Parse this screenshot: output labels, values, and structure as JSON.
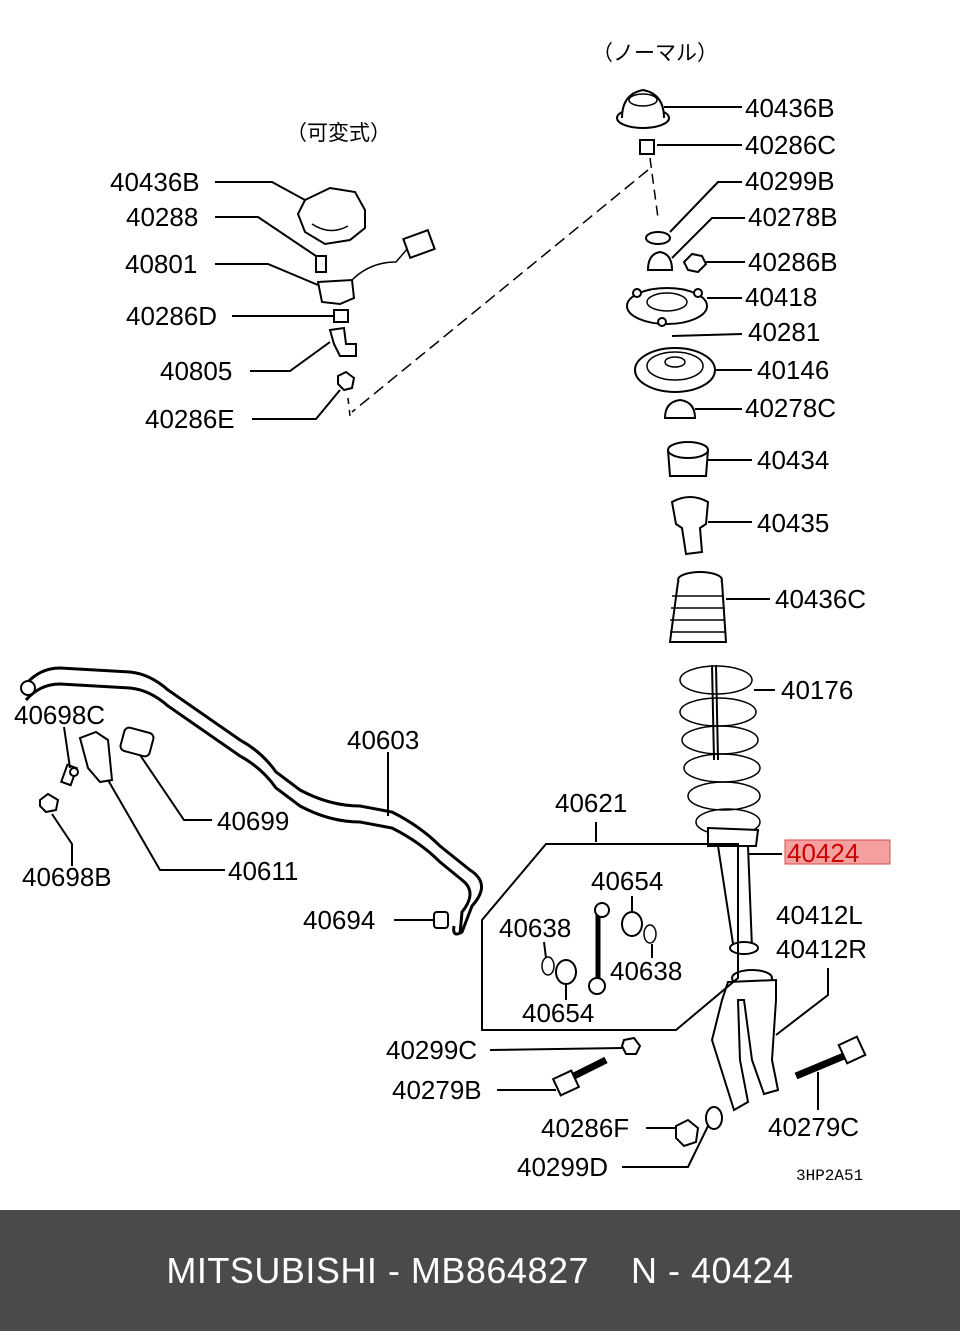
{
  "diagram": {
    "headers": {
      "normal": "（ノーマル）",
      "variable": "（可変式）"
    },
    "labels": {
      "l40436B_top": "40436B",
      "l40286C": "40286C",
      "l40299B": "40299B",
      "l40278B": "40278B",
      "l40286B": "40286B",
      "l40418": "40418",
      "l40281": "40281",
      "l40146": "40146",
      "l40278C": "40278C",
      "l40434": "40434",
      "l40435": "40435",
      "l40436C": "40436C",
      "l40176": "40176",
      "l40424": "40424",
      "l40412L": "40412L",
      "l40412R": "40412R",
      "l40436B_left": "40436B",
      "l40288": "40288",
      "l40801": "40801",
      "l40286D": "40286D",
      "l40805": "40805",
      "l40286E": "40286E",
      "l40698C": "40698C",
      "l40603": "40603",
      "l40699": "40699",
      "l40611": "40611",
      "l40698B": "40698B",
      "l40694": "40694",
      "l40621": "40621",
      "l40654_top": "40654",
      "l40638_left": "40638",
      "l40638_right": "40638",
      "l40654_bottom": "40654",
      "l40299C": "40299C",
      "l40279B": "40279B",
      "l40286F": "40286F",
      "l40299D": "40299D",
      "l40279C": "40279C"
    },
    "drawing_code": "3HP2A51",
    "highlight_color": "#f4a0a0",
    "highlight_text_color": "#cc0000"
  },
  "footer": {
    "brand": "MITSUBISHI",
    "part_number": "MB864827",
    "ref": "N - 40424"
  }
}
